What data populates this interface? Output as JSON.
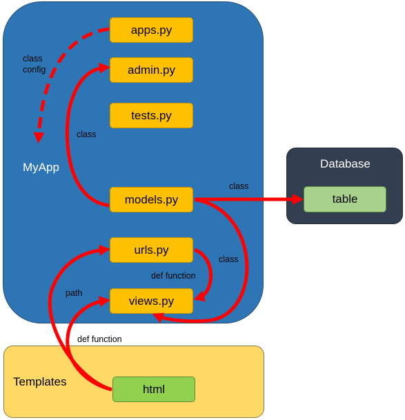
{
  "colors": {
    "region_myapp": "#2e75b6",
    "region_templates": "#ffd966",
    "region_database": "#333f50",
    "file_box": "#ffc000",
    "table_box": "#a9d18e",
    "html_box": "#92d050",
    "arrow": "#ff0000"
  },
  "regions": {
    "myapp": "MyApp",
    "templates": "Templates",
    "database": "Database"
  },
  "files": {
    "apps": "apps.py",
    "admin": "admin.py",
    "tests": "tests.py",
    "models": "models.py",
    "urls": "urls.py",
    "views": "views.py"
  },
  "database_table": "table",
  "template_file": "html",
  "edge_labels": {
    "apps_to_myapp": "class\nconfig",
    "models_to_admin": "class",
    "models_to_table": "class",
    "models_to_views": "class",
    "urls_to_views": "def function",
    "html_to_urls": "path",
    "html_to_views": "def function"
  }
}
